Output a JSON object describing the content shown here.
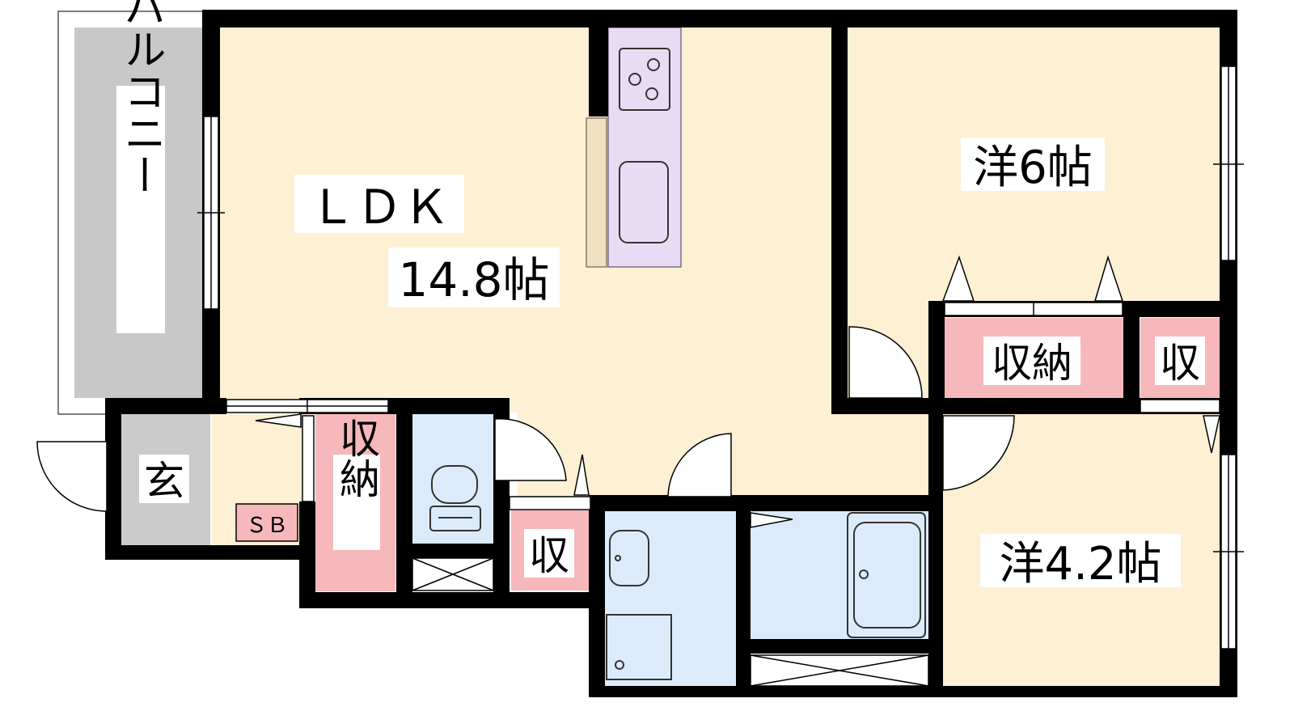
{
  "rooms": {
    "ldk": {
      "name": "ＬＤＫ",
      "size": "14.8帖"
    },
    "western_6": {
      "name": "洋6帖"
    },
    "western_4": {
      "name": "洋4.2帖"
    },
    "balcony": {
      "name": "バルコニー"
    },
    "entrance": {
      "name": "玄"
    },
    "shoebox": {
      "name": "ＳＢ"
    },
    "storage_entry": {
      "name": "収納"
    },
    "storage_closet": {
      "name": "収納"
    },
    "storage_small_right": {
      "name": "収"
    },
    "storage_small_hall": {
      "name": "収"
    }
  },
  "colors": {
    "floor": "#fdf0d3",
    "balcony": "#c8c8c8",
    "entrance": "#cbcbcb",
    "storage": "#f7b8bc",
    "wet_area": "#dcebfb",
    "kitchen": "#e7dcf4",
    "wall": "#000000"
  }
}
